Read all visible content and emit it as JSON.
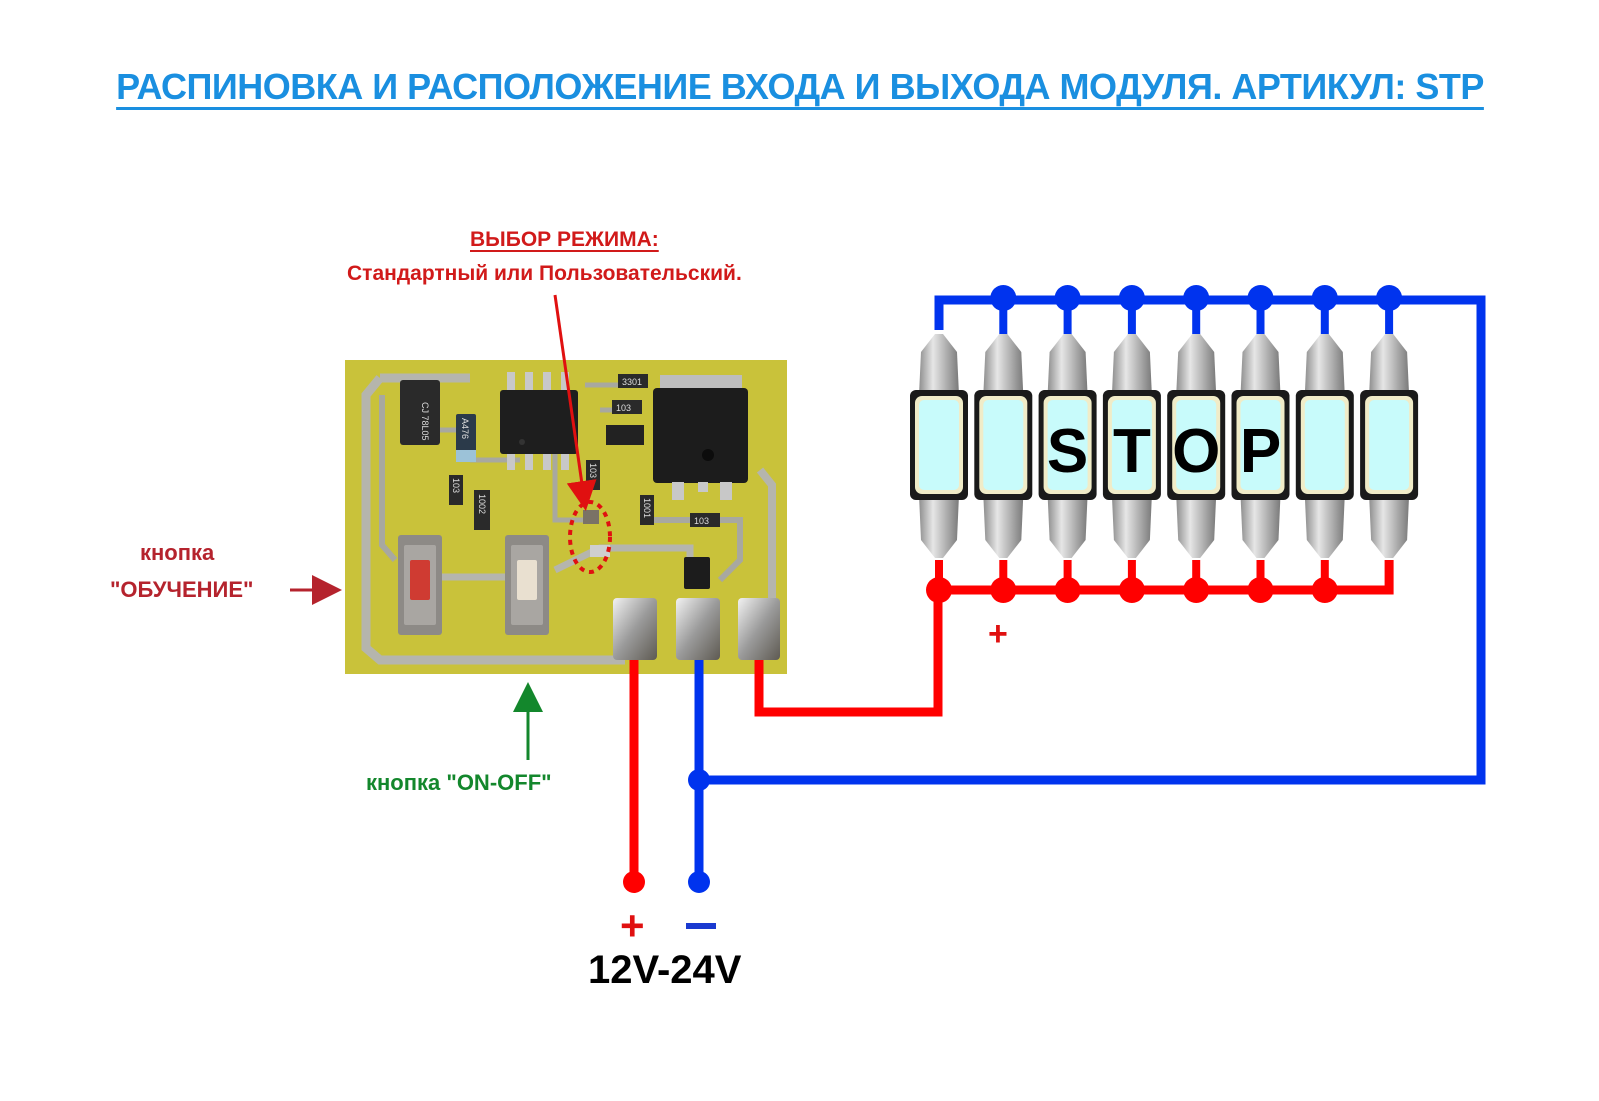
{
  "title": "РАСПИНОВКА И РАСПОЛОЖЕНИЕ ВХОДА И ВЫХОДА МОДУЛЯ. АРТИКУЛ: STP",
  "mode_select": {
    "heading": "ВЫБОР РЕЖИМА:",
    "description": "Стандартный или Пользовательский."
  },
  "learn_button": {
    "line1": "кнопка",
    "line2": "\"ОБУЧЕНИЕ\""
  },
  "onoff_button": {
    "label": "кнопка \"ON-OFF\""
  },
  "power": {
    "plus_symbol": "+",
    "minus_symbol": "−",
    "voltage": "12V-24V"
  },
  "led_plus_symbol": "+",
  "lamps": {
    "count": 8,
    "letters": [
      "",
      "",
      "S",
      "T",
      "O",
      "P",
      "",
      ""
    ]
  },
  "pcb_components": {
    "regulator": "CJ 78L05",
    "capacitor": "A476",
    "resistors": [
      "3301",
      "103",
      "103",
      "1002",
      "103",
      "1001",
      "103"
    ]
  },
  "colors": {
    "title": "#1a8fe0",
    "positive_wire": "#ff0000",
    "negative_wire": "#0033ee",
    "mode_label": "#d11a1a",
    "learn_label": "#b5232d",
    "onoff_label": "#13872c",
    "pcb": "#c9c23a",
    "lamp_glass": "#c8fbfb"
  }
}
